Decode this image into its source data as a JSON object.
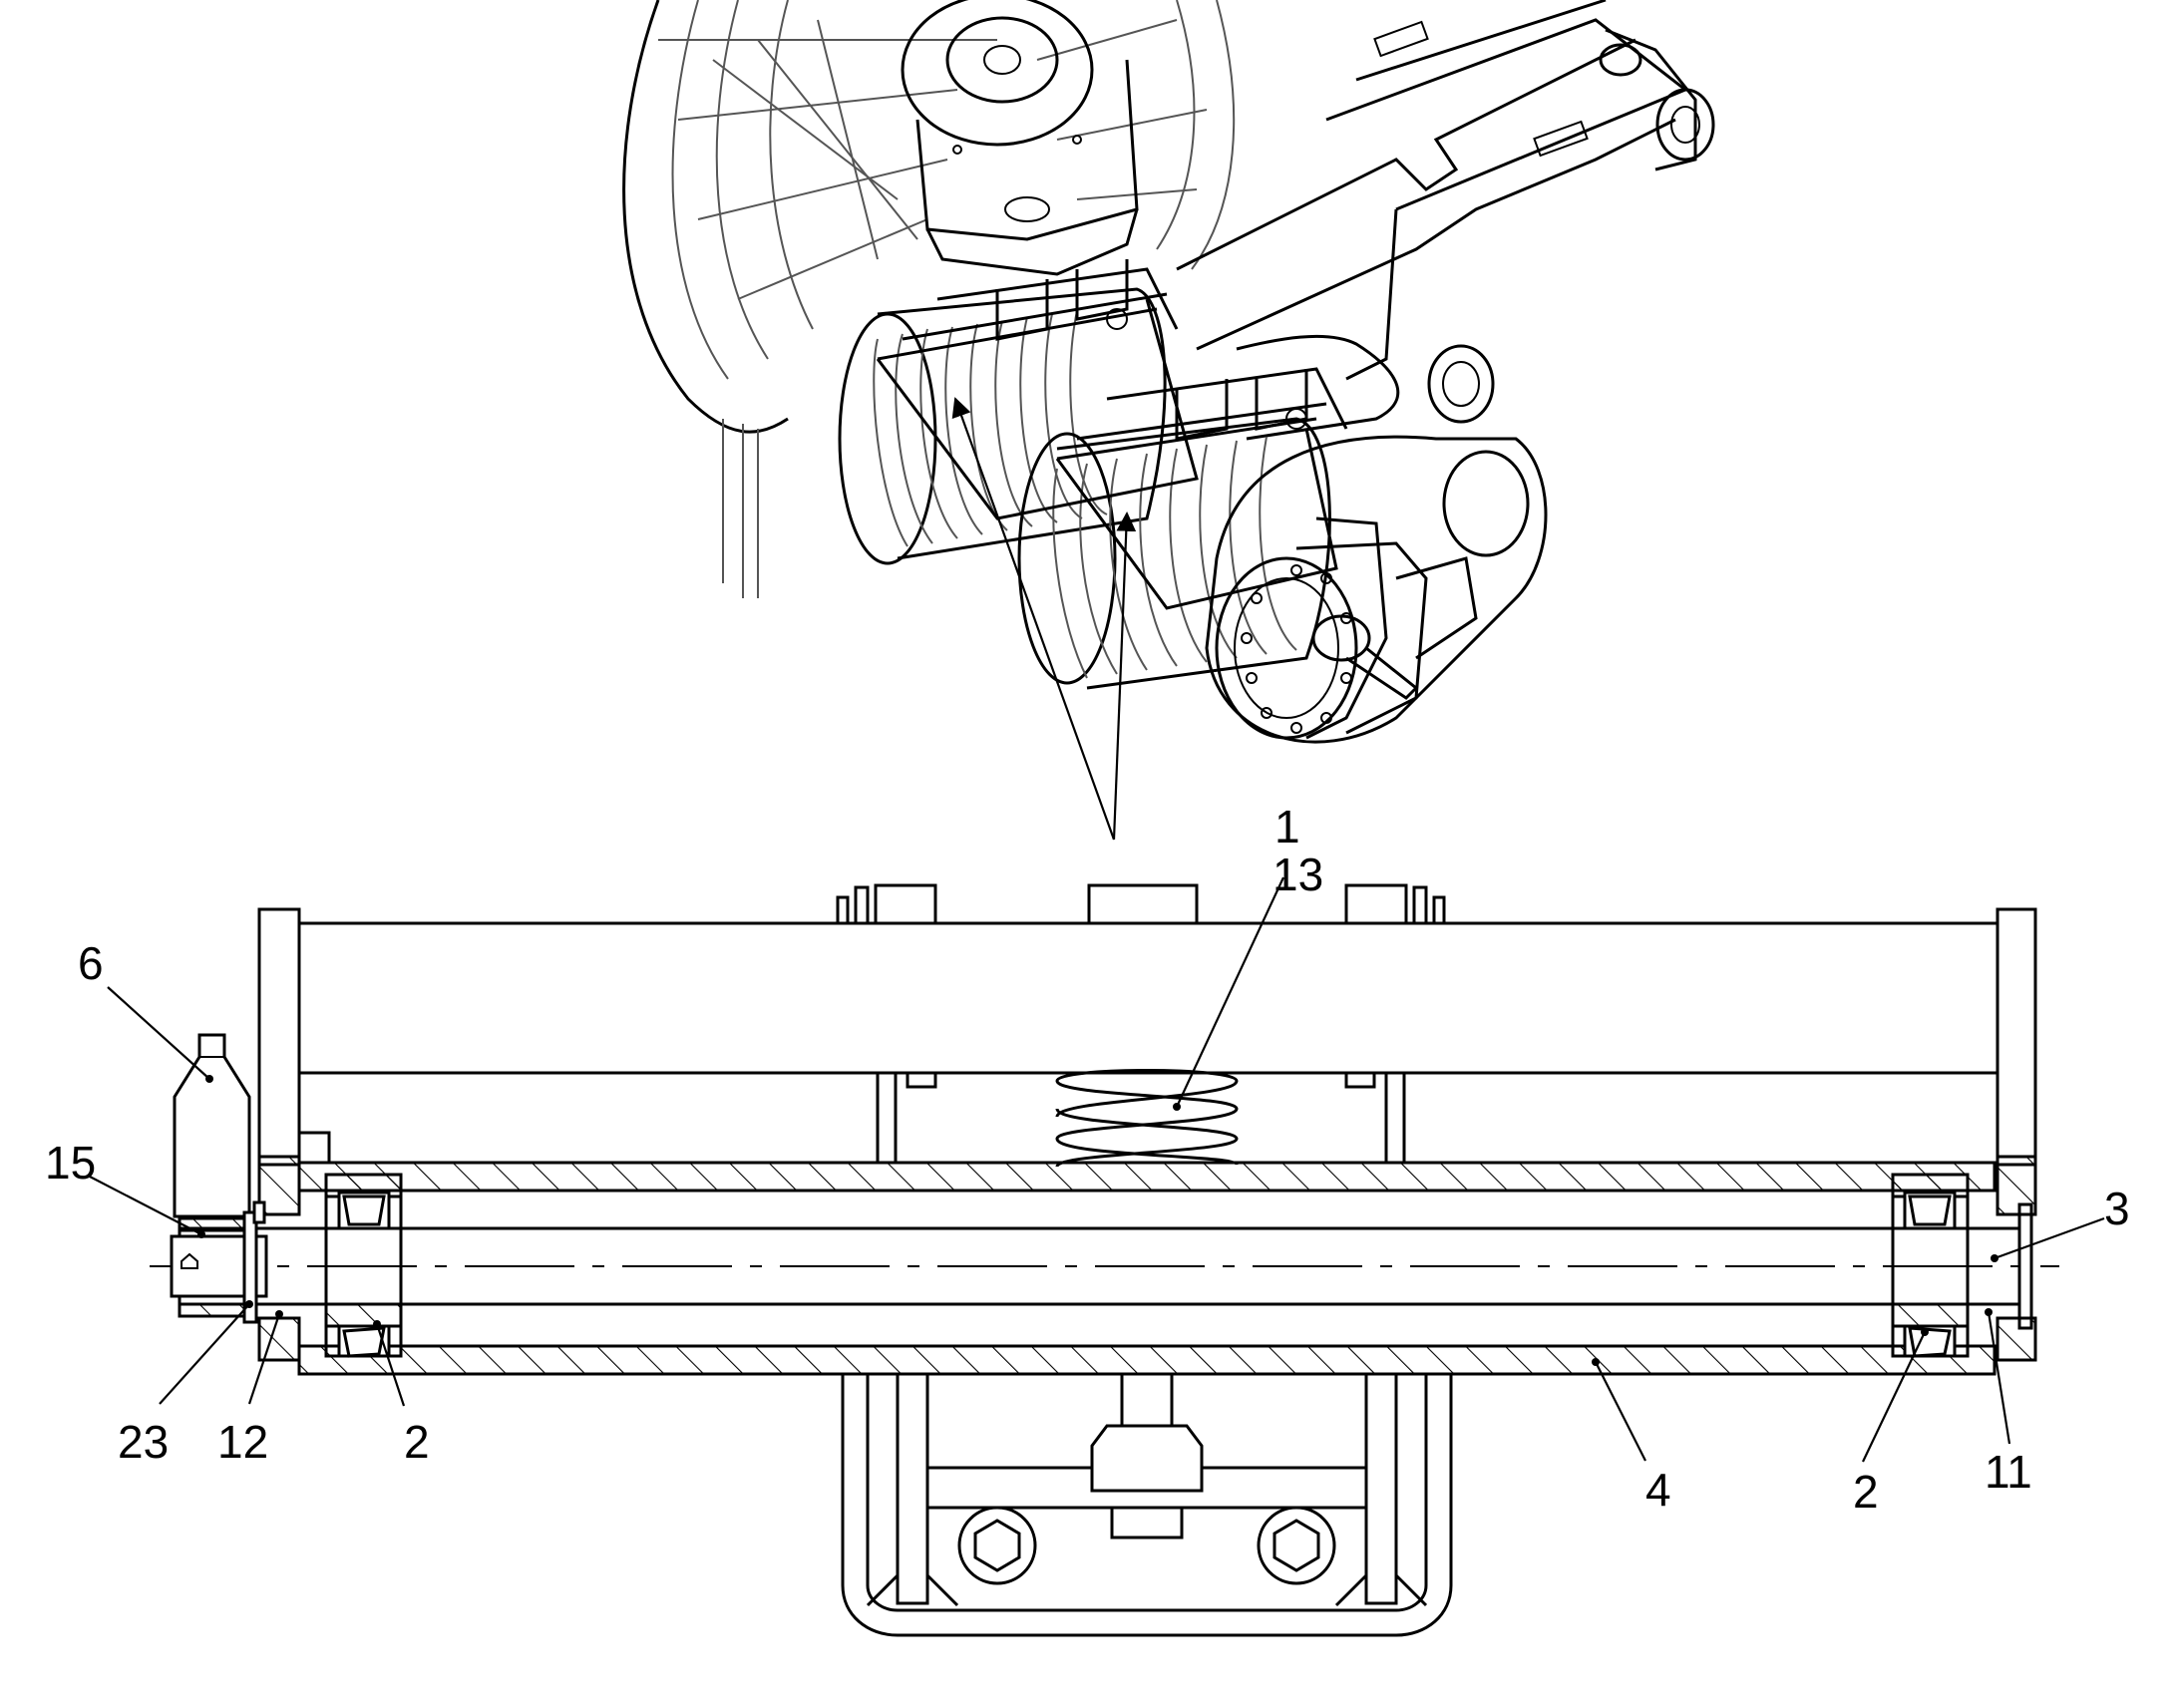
{
  "labels": {
    "l1": "1",
    "l13": "13",
    "l6": "6",
    "l15": "15",
    "l3": "3",
    "l23": "23",
    "l12": "12",
    "l2a": "2",
    "l4": "4",
    "l2b": "2",
    "l11": "11"
  }
}
